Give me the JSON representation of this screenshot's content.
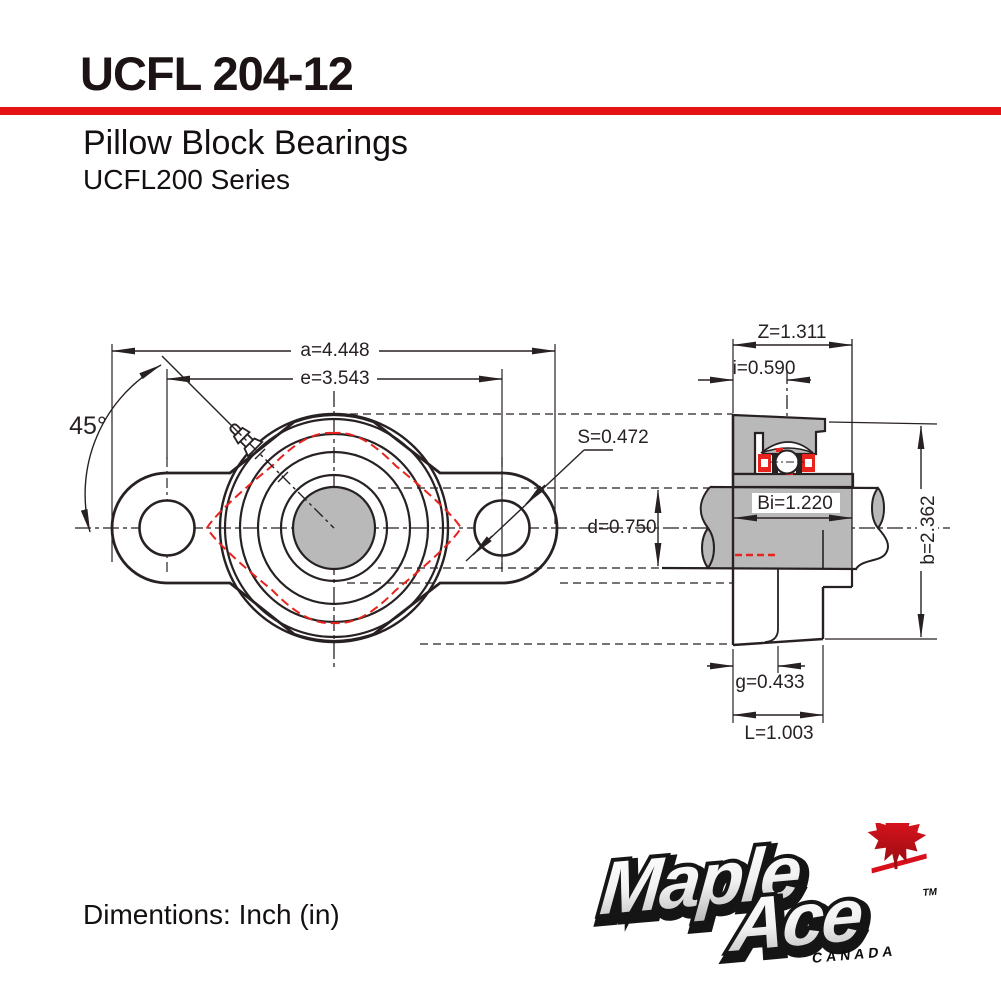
{
  "header": {
    "part_number": "UCFL 204-12",
    "category": "Pillow Block Bearings",
    "series": "UCFL200 Series"
  },
  "front_view": {
    "dim_a": "a=4.448",
    "dim_e": "e=3.543",
    "dim_angle": "45°",
    "dim_s": "S=0.472",
    "dim_d": "d=0.750"
  },
  "side_view": {
    "dim_z": "Z=1.311",
    "dim_i": "i=0.590",
    "dim_bi": "Bi=1.220",
    "dim_b": "b=2.362",
    "dim_g": "g=0.433",
    "dim_l": "L=1.003"
  },
  "footer": {
    "units_note": "Dimentions: Inch (in)"
  },
  "logo": {
    "word1": "Maple",
    "word2": "Ace",
    "country": "CANADA",
    "trademark": "TM"
  },
  "colors": {
    "accent_rule": "#e51313",
    "drawing_line": "#282122",
    "highlight_red": "#e8231e",
    "metal_gray": "#b9b9b9",
    "leaf_red": "#d80f1d"
  }
}
